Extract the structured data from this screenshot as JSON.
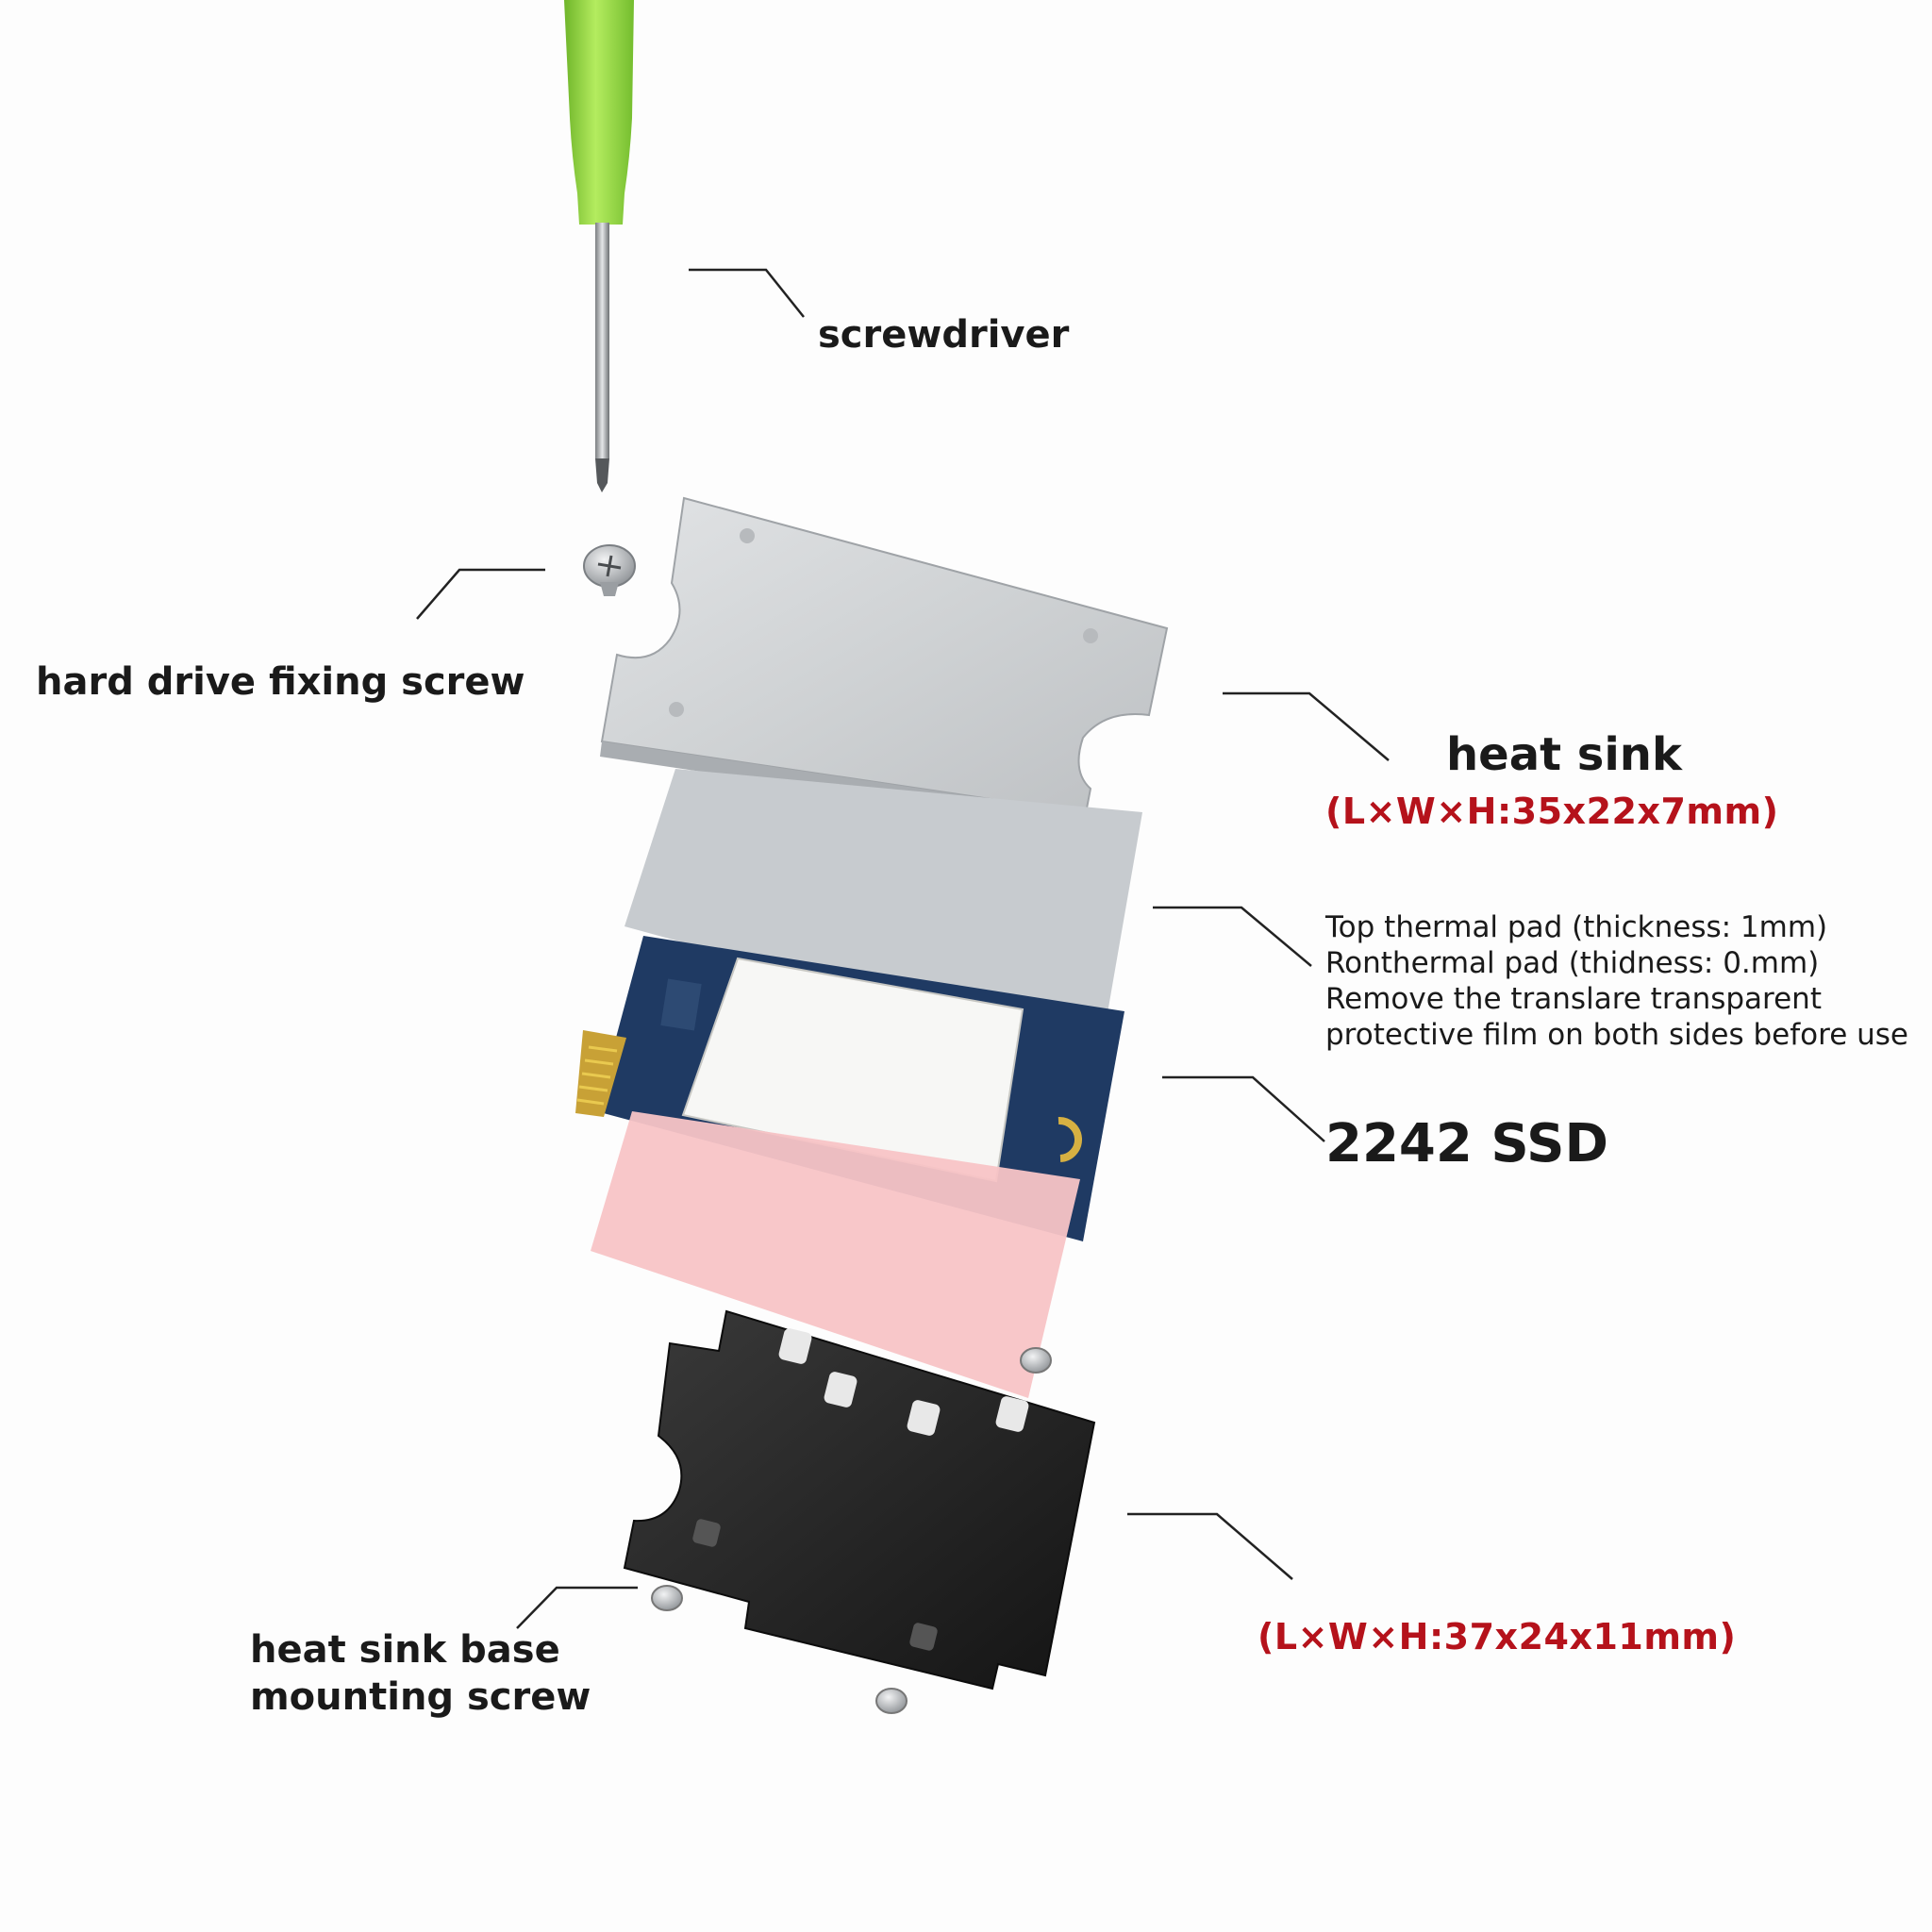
{
  "labels": {
    "screwdriver": "screwdriver",
    "fixing_screw": "hard drive fixing screw",
    "heat_sink": "heat sink",
    "heat_sink_dim": "(L×W×H:35x22x7mm)",
    "thermal_pad_lines": [
      "Top thermal pad (thickness: 1mm)",
      "Ronthermal pad (thidness: 0.mm)",
      "Remove the translare transparent",
      "protective film on both sides before use"
    ],
    "ssd": "2242 SSD",
    "base_dim": "(L×W×H:37x24x11mm)",
    "base_screw_lines": [
      "heat sink base",
      "mounting screw"
    ]
  },
  "colors": {
    "accent_dimension": "#b5121b",
    "screwdriver_handle": "#9bdc44",
    "thermal_pad_top": "#c9cdd1",
    "thermal_pad_bottom": "#f8c4c6",
    "pcb": "#1f3a63",
    "heat_sink": "#cfd1d3",
    "heat_sink_base": "#1c1c1c"
  }
}
